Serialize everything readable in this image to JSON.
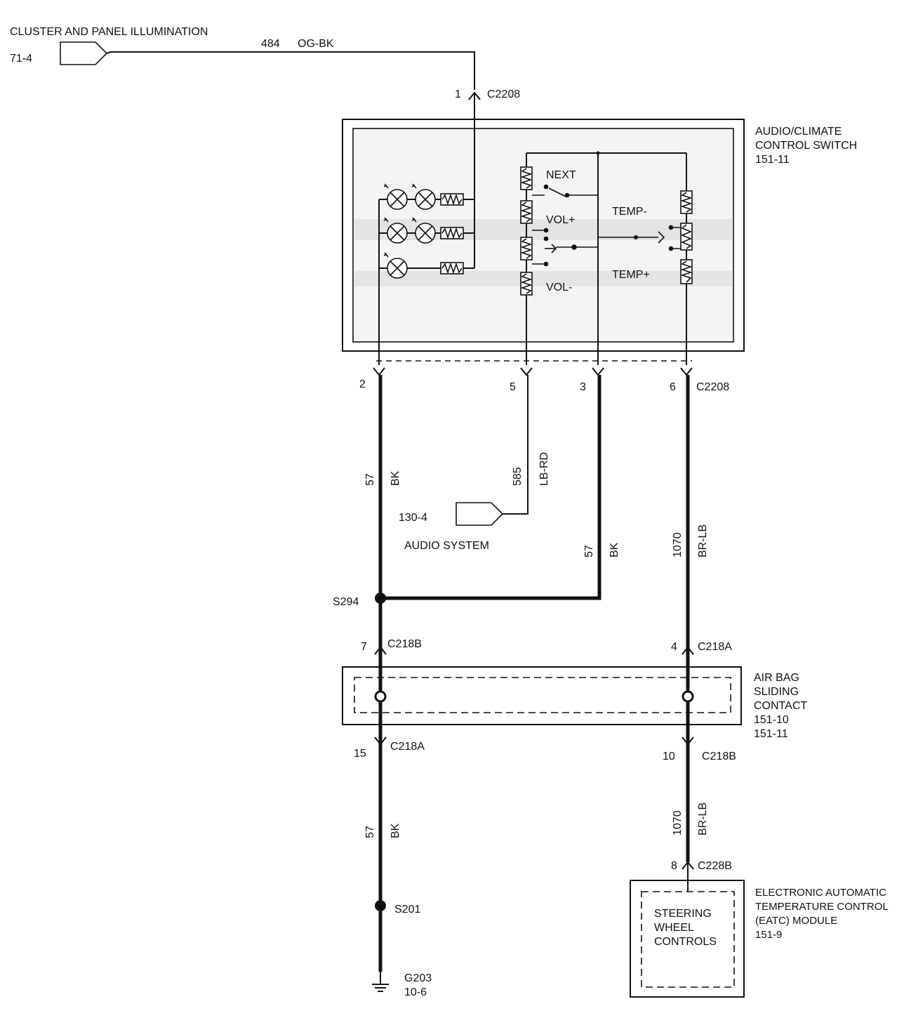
{
  "top_connector": {
    "title": "CLUSTER AND PANEL ILLUMINATION",
    "ref": "71-4",
    "wire_circuit": "484",
    "wire_color": "OG-BK",
    "pin": "1",
    "connector": "C2208"
  },
  "switch_module": {
    "title_line1": "AUDIO/CLIMATE",
    "title_line2": "CONTROL SWITCH",
    "ref": "151-11",
    "labels": {
      "next": "NEXT",
      "vol_up": "VOL+",
      "vol_down": "VOL-",
      "temp_down": "TEMP-",
      "temp_up": "TEMP+"
    }
  },
  "switch_pins": {
    "pin_a": "2",
    "pin_b": "5",
    "pin_c": "3",
    "pin_d": "6",
    "connector": "C2208"
  },
  "wires": {
    "bk_circuit": "57",
    "bk_color": "BK",
    "lbrd_circuit": "585",
    "lbrd_color": "LB-RD",
    "brlb_circuit": "1070",
    "brlb_color": "BR-LB"
  },
  "audio": {
    "ref": "130-4",
    "name": "AUDIO SYSTEM"
  },
  "splices": {
    "s294": "S294",
    "s201": "S201"
  },
  "clockspring_upper": {
    "left_pin": "7",
    "left_connector": "C218B",
    "right_pin": "4",
    "right_connector": "C218A"
  },
  "airbag": {
    "line1": "AIR BAG",
    "line2": "SLIDING",
    "line3": "CONTACT",
    "ref1": "151-10",
    "ref2": "151-11"
  },
  "clockspring_lower": {
    "left_pin": "15",
    "left_connector": "C218A",
    "right_pin": "10",
    "right_connector": "C218B"
  },
  "ground": {
    "name": "G203",
    "ref": "10-6"
  },
  "eatc": {
    "pin": "8",
    "connector": "C228B",
    "inner_line1": "STEERING",
    "inner_line2": "WHEEL",
    "inner_line3": "CONTROLS",
    "title_line1": "ELECTRONIC AUTOMATIC",
    "title_line2": "TEMPERATURE CONTROL",
    "title_line3": "(EATC) MODULE",
    "ref": "151-9"
  }
}
